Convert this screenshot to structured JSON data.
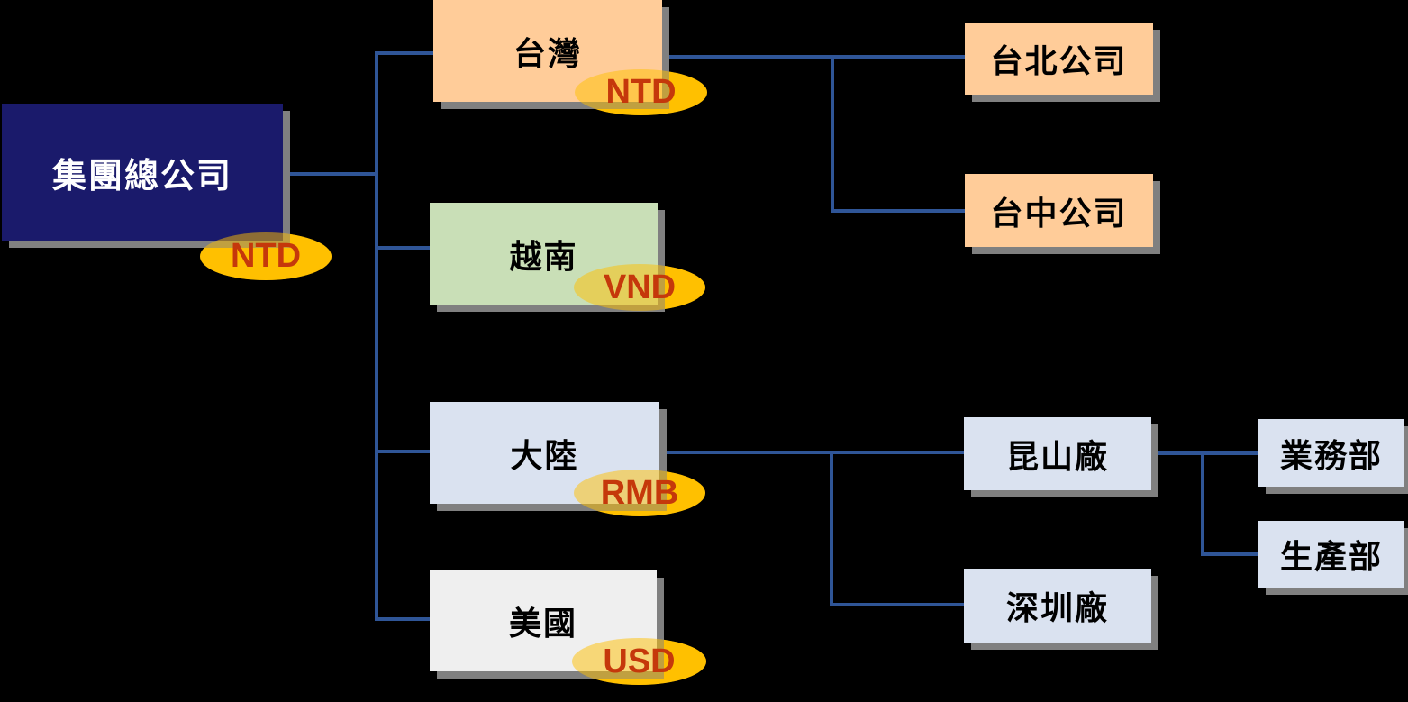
{
  "diagram": {
    "type": "org-chart",
    "background_color": "#000000",
    "connector_color": "#2F5597",
    "shadow_color": "#808080",
    "badge_fill_color": "#FFC000",
    "badge_text_color": "#C5380B",
    "nodes": {
      "hq": {
        "label": "集團總公司",
        "fill": "#1A1A6B",
        "text_color": "#FFFFFF"
      },
      "taiwan": {
        "label": "台灣",
        "fill": "#FFCC99",
        "text_color": "#000000"
      },
      "vietnam": {
        "label": "越南",
        "fill": "#C9DFB7",
        "text_color": "#000000"
      },
      "china": {
        "label": "大陸",
        "fill": "#DAE2F0",
        "text_color": "#000000"
      },
      "usa": {
        "label": "美國",
        "fill": "#EFEFEF",
        "text_color": "#000000"
      },
      "taipei": {
        "label": "台北公司",
        "fill": "#FFCC99",
        "text_color": "#000000"
      },
      "taichung": {
        "label": "台中公司",
        "fill": "#FFCC99",
        "text_color": "#000000"
      },
      "kunshan": {
        "label": "昆山廠",
        "fill": "#DAE2F0",
        "text_color": "#000000"
      },
      "shenzhen": {
        "label": "深圳廠",
        "fill": "#DAE2F0",
        "text_color": "#000000"
      },
      "sales": {
        "label": "業務部",
        "fill": "#DAE2F0",
        "text_color": "#000000"
      },
      "production": {
        "label": "生產部",
        "fill": "#DAE2F0",
        "text_color": "#000000"
      }
    },
    "badges": {
      "hq": "NTD",
      "taiwan": "NTD",
      "vietnam": "VND",
      "china": "RMB",
      "usa": "USD"
    },
    "hierarchy": [
      {
        "parent": "hq",
        "children": [
          "taiwan",
          "vietnam",
          "china",
          "usa"
        ]
      },
      {
        "parent": "taiwan",
        "children": [
          "taipei",
          "taichung"
        ]
      },
      {
        "parent": "china",
        "children": [
          "kunshan",
          "shenzhen"
        ]
      },
      {
        "parent": "kunshan",
        "children": [
          "sales",
          "production"
        ]
      }
    ]
  }
}
